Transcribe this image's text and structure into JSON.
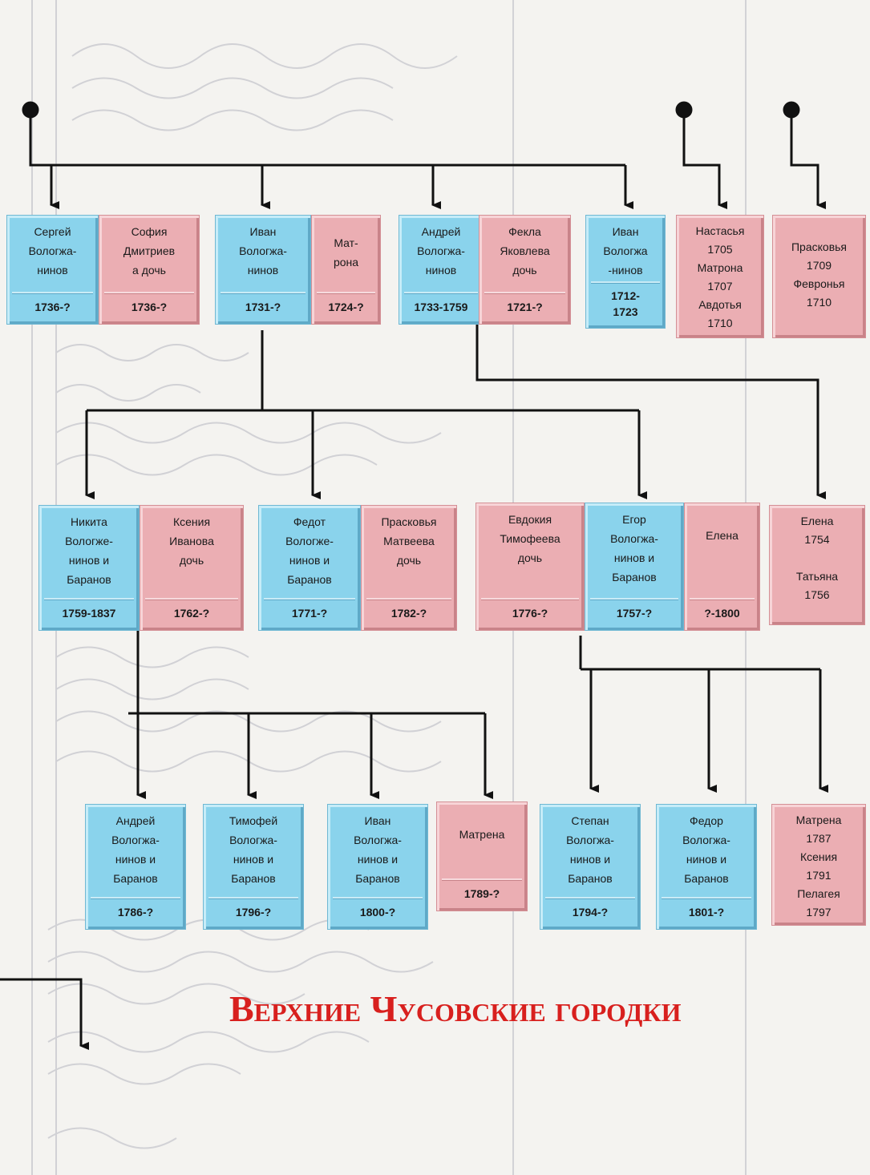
{
  "title": "Верхние Чусовские городки",
  "cards": {
    "sergey": {
      "name": "Сергей\nВологжа-\nнинов",
      "dates": "1736-?"
    },
    "sofia": {
      "name": "София\nДмитриев\nа дочь",
      "dates": "1736-?"
    },
    "ivan1": {
      "name": "Иван\nВологжа-\nнинов",
      "dates": "1731-?"
    },
    "matrona1": {
      "name": "Мат-\nрона",
      "dates": "1724-?"
    },
    "andrey1": {
      "name": "Андрей\nВологжа-\nнинов",
      "dates": "1733-1759"
    },
    "fekla": {
      "name": "Фекла\nЯковлева\nдочь",
      "dates": "1721-?"
    },
    "ivan2": {
      "name": "Иван\nВологжа\n-нинов",
      "dates": "1712-\n1723"
    },
    "nastasya": {
      "name": "Настасья\n1705\nМатрона\n1707\nАвдотья\n1710"
    },
    "praskovya1": {
      "name": "Прасковья\n1709\nФевронья\n1710"
    },
    "nikita": {
      "name": "Никита\nВологже-\nнинов и\nБаранов",
      "dates": "1759-1837"
    },
    "kseniya": {
      "name": "Ксения\nИванова\nдочь",
      "dates": "1762-?"
    },
    "fedot": {
      "name": "Федот\nВологже-\nнинов и\nБаранов",
      "dates": "1771-?"
    },
    "praskovya2": {
      "name": "Прасковья\nМатвеева\nдочь",
      "dates": "1782-?"
    },
    "evdokiya": {
      "name": "Евдокия\nТимофеева\nдочь",
      "dates": "1776-?"
    },
    "egor": {
      "name": "Егор\nВологжа-\nнинов и\nБаранов",
      "dates": "1757-?"
    },
    "elena": {
      "name": "Елена",
      "dates": "?-1800"
    },
    "elena_tatyana": {
      "name": "Елена\n1754\n\nТатьяна\n1756"
    },
    "andrey2": {
      "name": "Андрей\nВологжа-\nнинов и\nБаранов",
      "dates": "1786-?"
    },
    "timofey": {
      "name": "Тимофей\nВологжа-\nнинов и\nБаранов",
      "dates": "1796-?"
    },
    "ivan3": {
      "name": "Иван\nВологжа-\nнинов и\nБаранов",
      "dates": "1800-?"
    },
    "matrena": {
      "name": "Матрена",
      "dates": "1789-?"
    },
    "stepan": {
      "name": "Степан\nВологжа-\nнинов и\nБаранов",
      "dates": "1794-?"
    },
    "fedor": {
      "name": "Федор\nВологжа-\nнинов и\nБаранов",
      "dates": "1801-?"
    },
    "matrena_group": {
      "name": "Матрена\n1787\nКсения\n1791\nПелагея\n1797"
    }
  },
  "colors": {
    "male": "#8ad3ec",
    "female": "#ebaeb3",
    "title": "#d8201e",
    "line": "#111111"
  }
}
